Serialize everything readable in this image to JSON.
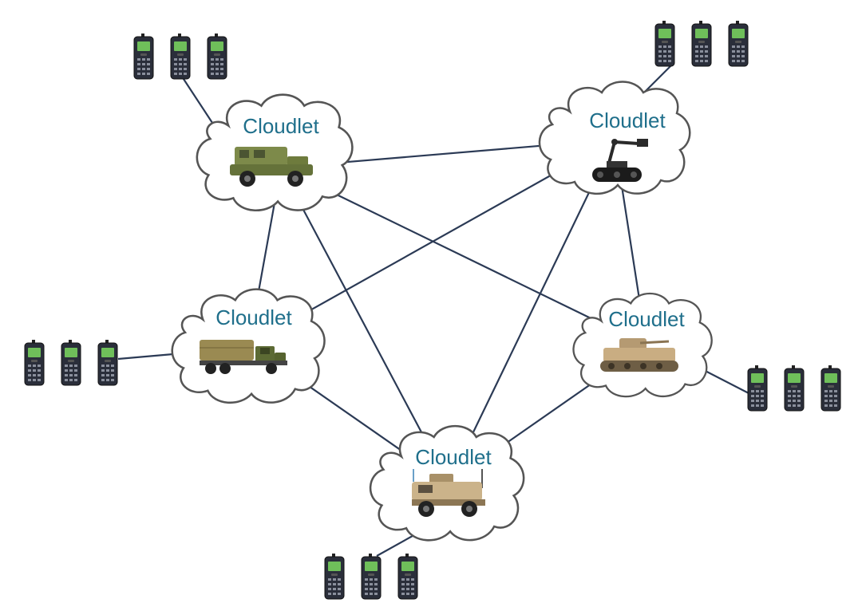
{
  "diagram": {
    "nodes": [
      {
        "id": "top-left",
        "label": "Cloudlet",
        "vehicle": "humvee"
      },
      {
        "id": "top-right",
        "label": "Cloudlet",
        "vehicle": "robot"
      },
      {
        "id": "middle-left",
        "label": "Cloudlet",
        "vehicle": "cargo-truck"
      },
      {
        "id": "middle-right",
        "label": "Cloudlet",
        "vehicle": "tank"
      },
      {
        "id": "bottom",
        "label": "Cloudlet",
        "vehicle": "armored-jeep"
      }
    ],
    "edges": [
      [
        "top-left",
        "top-right"
      ],
      [
        "top-left",
        "middle-left"
      ],
      [
        "top-left",
        "middle-right"
      ],
      [
        "top-left",
        "bottom"
      ],
      [
        "top-right",
        "middle-left"
      ],
      [
        "top-right",
        "middle-right"
      ],
      [
        "top-right",
        "bottom"
      ],
      [
        "middle-left",
        "bottom"
      ],
      [
        "middle-right",
        "bottom"
      ]
    ],
    "phone_groups": [
      {
        "attached_to": "top-left",
        "count": 3
      },
      {
        "attached_to": "top-right",
        "count": 3
      },
      {
        "attached_to": "middle-left",
        "count": 3
      },
      {
        "attached_to": "middle-right",
        "count": 3
      },
      {
        "attached_to": "bottom",
        "count": 3
      }
    ],
    "colors": {
      "label": "#1f6f8b",
      "link": "#2b3a55",
      "cloud_outline": "#555555",
      "cloud_fill": "#ffffff"
    }
  }
}
